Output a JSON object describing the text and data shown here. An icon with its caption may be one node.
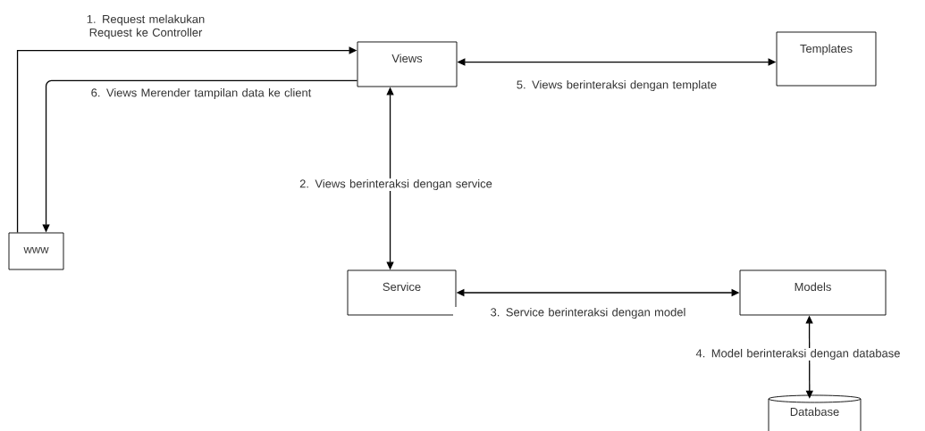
{
  "diagram": {
    "nodes": [
      {
        "text": [
          "Views"
        ]
      },
      {
        "text": [
          "Templates"
        ]
      },
      {
        "text": [
          "www"
        ]
      },
      {
        "text": [
          "Service"
        ]
      },
      {
        "text": [
          "Models"
        ]
      },
      {
        "text": [
          "Database"
        ]
      }
    ],
    "edges": [
      {
        "from": 2,
        "to": 0,
        "arrow": "to",
        "label": "1. Request melakukan Request ke Controller"
      },
      {
        "from": 0,
        "to": 3,
        "arrow": "both",
        "label": "2. Views berinteraksi dengan service"
      },
      {
        "from": 3,
        "to": 4,
        "arrow": "both",
        "label": "3. Service berinteraksi dengan model"
      },
      {
        "from": 4,
        "to": 5,
        "arrow": "both",
        "label": "4. Model berinteraksi dengan database"
      },
      {
        "from": 0,
        "to": 1,
        "arrow": "both",
        "label": "5. Views berinteraksi dengan template"
      },
      {
        "from": 0,
        "to": 2,
        "arrow": "to",
        "label": "6. Views Merender tampilan data ke client"
      }
    ]
  }
}
